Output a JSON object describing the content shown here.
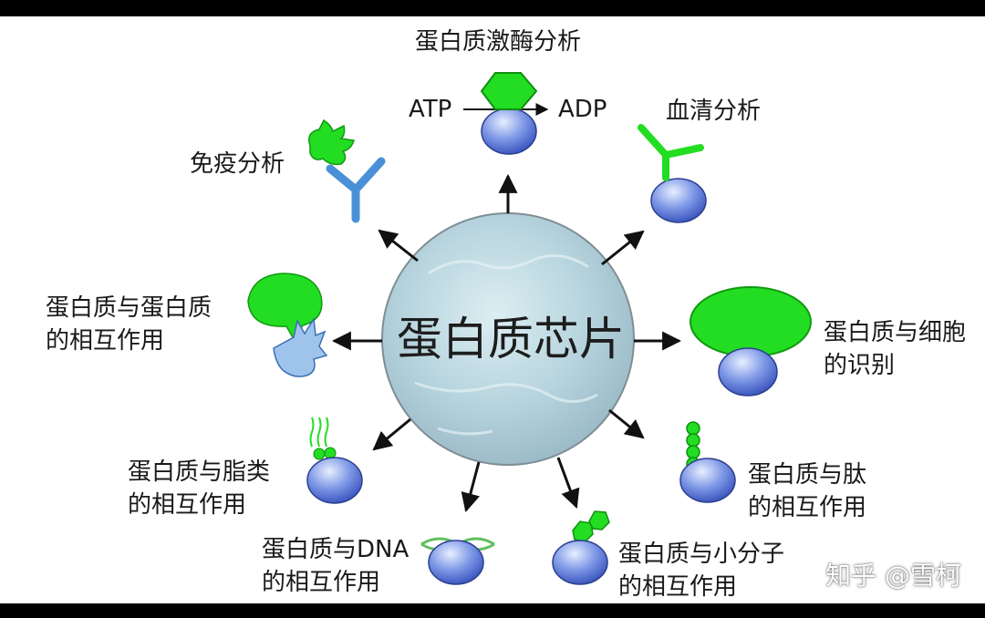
{
  "diagram": {
    "center": "蛋白质芯片",
    "top": {
      "label": "蛋白质激酶分析",
      "left_text": "ATP",
      "right_text": "ADP"
    },
    "labels": {
      "serum": "血清分析",
      "immune": "免疫分析",
      "pp": [
        "蛋白质与蛋白质",
        "的相互作用"
      ],
      "cell": [
        "蛋白质与细胞",
        "的识别"
      ],
      "lipid": [
        "蛋白质与脂类",
        "的相互作用"
      ],
      "peptide": [
        "蛋白质与肽",
        "的相互作用"
      ],
      "dna": [
        "蛋白质与DNA",
        "的相互作用"
      ],
      "small": [
        "蛋白质与小分子",
        "的相互作用"
      ]
    }
  },
  "watermark": "知乎 @雪柯",
  "colors": {
    "frame": "#000000",
    "sphere": "#b7d4de",
    "bead": "#5a78d6",
    "green": "#22dd22",
    "antibody": "#4a90d9"
  }
}
